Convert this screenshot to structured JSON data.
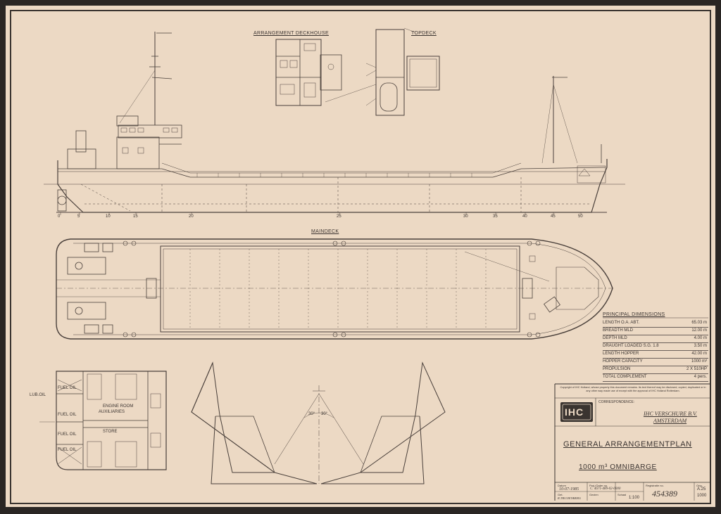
{
  "views": {
    "deckhouse_title": "ARRANGEMENT DECKHOUSE",
    "topdeck_title": "TOPDECK",
    "maindeck_title": "MAINDECK"
  },
  "frame_numbers": [
    "0",
    "5",
    "10",
    "15",
    "20",
    "25",
    "30",
    "35",
    "40",
    "45",
    "50"
  ],
  "principal_dimensions": {
    "title": "PRINCIPAL DIMENSIONS",
    "rows": [
      {
        "label": "LENGTH  O.A.  ABT.",
        "value": "65.03  m"
      },
      {
        "label": "BREADTH          MLD",
        "value": "12.00  m"
      },
      {
        "label": "DEPTH              MLD",
        "value": "4.00  m"
      },
      {
        "label": "DRAUGHT  LOADED  S.G. 1.8",
        "value": "3.50 m"
      },
      {
        "label": "LENGTH  HOPPER",
        "value": "42.00 m"
      },
      {
        "label": "HOPPER   CAPACITY",
        "value": "1000 m³"
      },
      {
        "label": "PROPULSION",
        "value": "2 X 510HP"
      },
      {
        "label": "TOTAL  COMPLEMENT",
        "value": "4  pers."
      }
    ]
  },
  "section_labels": {
    "fuel_oil": "FUEL OIL",
    "lub_oil": "LUB.OIL",
    "engine_room": "ENGINE ROOM",
    "auxiliaries": "AUXILIARIES",
    "store": "STORE"
  },
  "section_angles": [
    "30°",
    "30°"
  ],
  "title_block": {
    "copyright": "Copyright of IHC Holland, whose property this document remains. Its text thereof may be disclosed, copied, duplicated or in any other way made use of except with the approval of IHC Holland Rotterdam.",
    "logo": "IHC",
    "correspondence_label": "CORRESPONDENCE:",
    "company": "IHC VERSCHURE B.V.",
    "city": "AMSTERDAM",
    "drawing_title": "GENERAL    ARRANGEMENTPLAN",
    "subtitle": "1000 m³   OMNIBARGE",
    "date_label": "Datum",
    "date": "10-07-1985",
    "drawn_label": "Get.",
    "drawn": "R.TRUIJENBERG",
    "project_label": "Proj./Order no.",
    "project": "C. 4671-489-02-0000",
    "checked_label": "Gezien",
    "scale_label": "Schaal",
    "scale": "1:100",
    "reg_label": "Registratie no.",
    "reg": "454389",
    "size_label": "Orig.",
    "size": "A.25",
    "size2": "1000"
  },
  "colors": {
    "paper": "#ecd9c4",
    "ink": "#3b3431",
    "border": "#2a2624"
  }
}
